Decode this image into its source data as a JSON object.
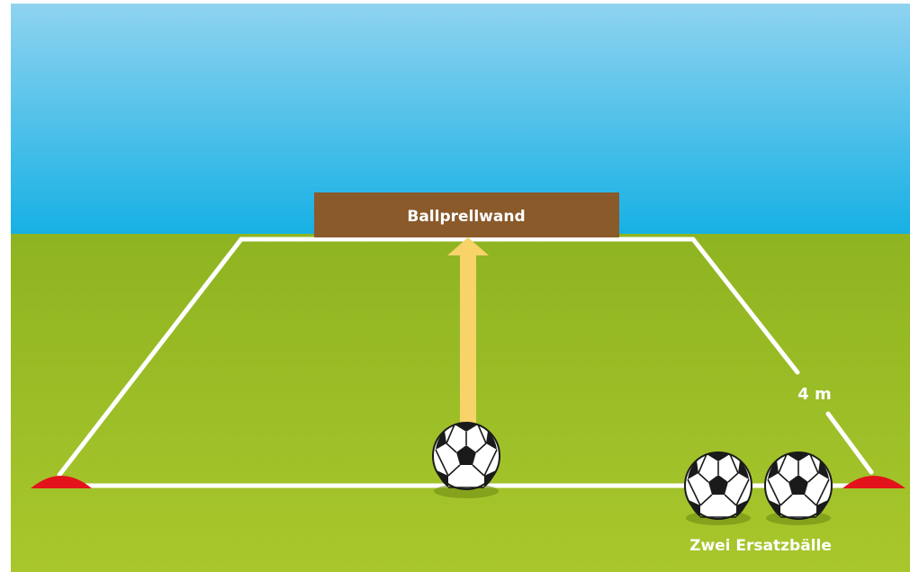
{
  "diagram": {
    "wall_label": "Ballprellwand",
    "distance_label": "4 m",
    "spare_balls_label": "Zwei Ersatzbälle"
  },
  "colors": {
    "sky_top": "#8fd3f0",
    "sky_bottom": "#16b0e4",
    "grass_top": "#8fb421",
    "grass_bottom": "#a8c72c",
    "wall": "#8a5a2b",
    "arrow": "#f7d36a",
    "lines": "#ffffff",
    "cones": "#e3121b"
  },
  "icons": {
    "ball": "soccer-ball-icon",
    "cone": "marker-cone-icon",
    "arrow": "up-arrow-icon"
  }
}
